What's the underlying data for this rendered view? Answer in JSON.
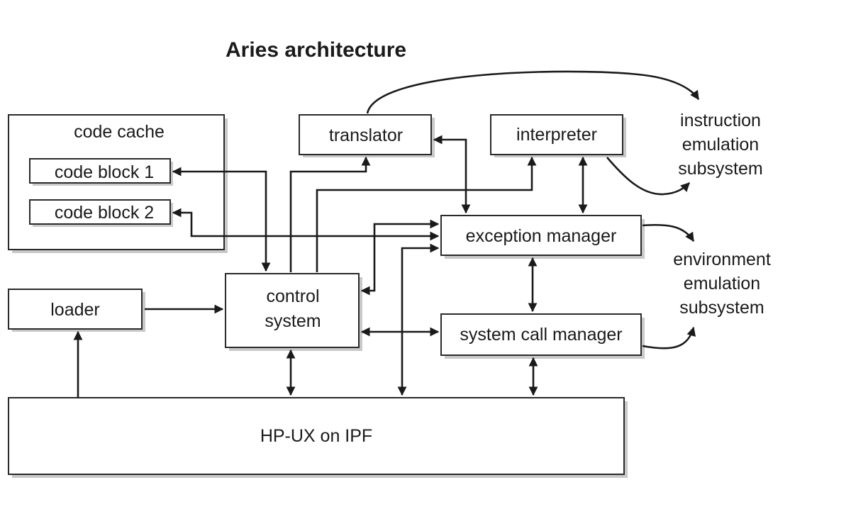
{
  "title": "Aries architecture",
  "boxes": {
    "code_cache": "code cache",
    "code_block_1": "code block 1",
    "code_block_2": "code block 2",
    "translator": "translator",
    "interpreter": "interpreter",
    "exception_manager": "exception manager",
    "control_system": [
      "control",
      "system"
    ],
    "loader": "loader",
    "system_call_manager": "system call manager",
    "platform": "HP-UX on IPF"
  },
  "side_labels": {
    "instruction_emulation": [
      "instruction",
      "emulation",
      "subsystem"
    ],
    "environment_emulation": [
      "environment",
      "emulation",
      "subsystem"
    ]
  }
}
